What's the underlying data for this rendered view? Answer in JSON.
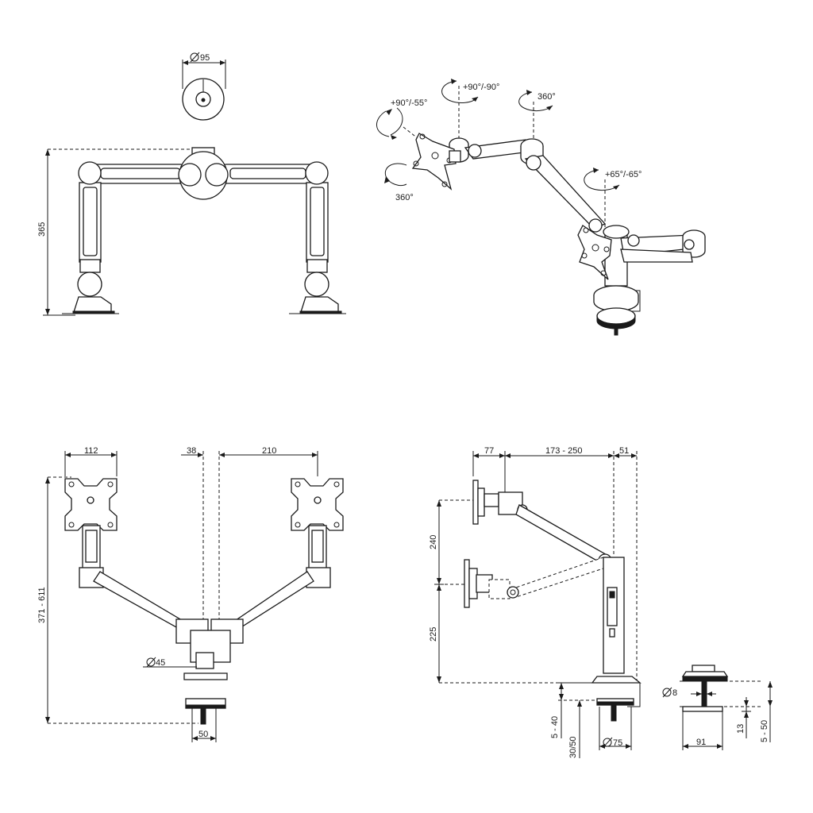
{
  "colors": {
    "line": "#1a1a1a",
    "background": "#ffffff"
  },
  "front_view": {
    "base_diameter": "95",
    "height": "365"
  },
  "isometric_view": {
    "tilt": "+90°/-55°",
    "rotate_vertical": "+90°/-90°",
    "rotate_top": "360°",
    "rotate_head": "360°",
    "swivel": "+65°/-65°"
  },
  "top_view": {
    "vesa_width": "112",
    "center_offset": "38",
    "arm_reach": "210",
    "depth_range": "371 - 611",
    "pole_diameter": "45",
    "clamp_width": "50"
  },
  "side_view": {
    "head_offset": "77",
    "arm_range": "173 - 250",
    "pole_offset": "51",
    "upper_height": "240",
    "lower_height": "225",
    "desk_thickness": "5 - 40",
    "bolt_length": "30/50",
    "clamp_diameter": "75"
  },
  "grommet_view": {
    "bolt_diameter": "8",
    "plate_width": "91",
    "plate_thickness": "13",
    "desk_range": "5 - 50"
  }
}
